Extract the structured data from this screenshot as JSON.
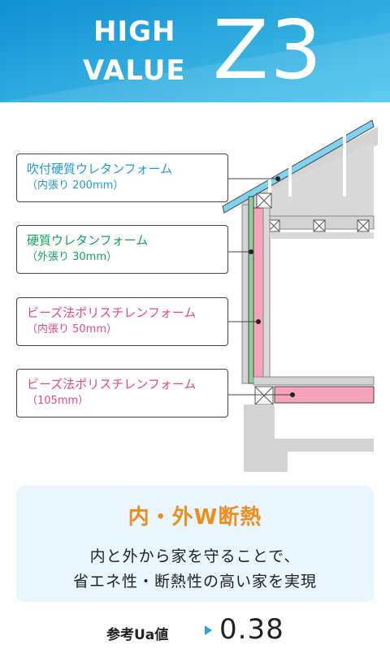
{
  "header": {
    "line1": "HIGH",
    "line2": "VALUE",
    "model": "Z3",
    "gradient_from": "#0f8fd0",
    "gradient_to": "#4ec6ee"
  },
  "labels": [
    {
      "name": "吹付硬質ウレタンフォーム",
      "spec": "（内張り 200mm）",
      "color": "#1e9ad8"
    },
    {
      "name": "硬質ウレタンフォーム",
      "spec": "（外張り 30mm）",
      "color": "#13a15c"
    },
    {
      "name": "ビーズ法ポリスチレンフォーム",
      "spec": "（内張り 50mm）",
      "color": "#e8497b"
    },
    {
      "name": "ビーズ法ポリスチレンフォーム",
      "spec": "（105mm）",
      "color": "#e8497b"
    }
  ],
  "feature": {
    "title": "内・外W断熱",
    "line1": "内と外から家を守ることで、",
    "line2": "省エネ性・断熱性の高い家を実現",
    "title_color": "#f08e1d",
    "bg_color": "#e9f6fd"
  },
  "ua": {
    "label": "参考Ua値",
    "value": "0.38",
    "arrow_color": "#2ba3d8"
  },
  "diagram_colors": {
    "structure": "#d4d4d4",
    "roof_insulation": "#7fd2f0",
    "outer_insulation": "#8fce9b",
    "inner_insulation": "#f4a3bb"
  }
}
